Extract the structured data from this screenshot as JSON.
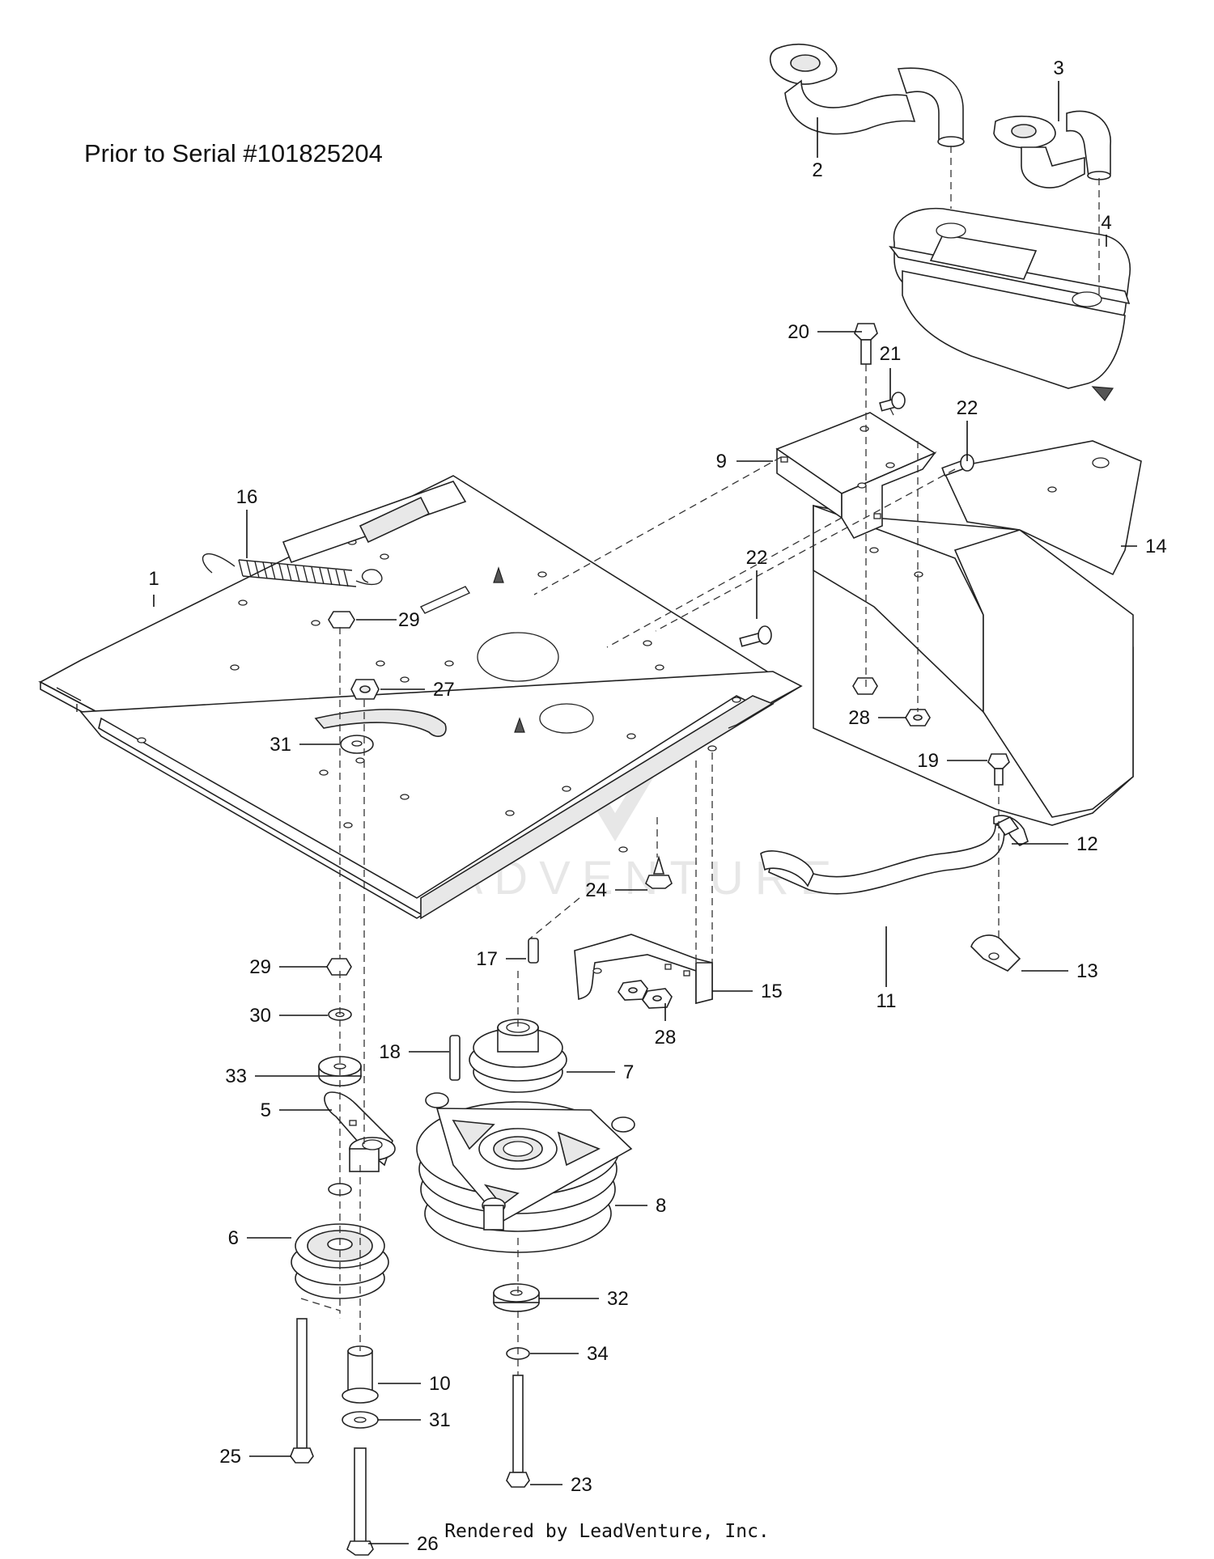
{
  "title": "Prior to Serial #101825204",
  "footer": "Rendered by LeadVenture, Inc.",
  "watermark": "LEADVENTURE",
  "callouts": [
    {
      "id": "c1",
      "label": "1"
    },
    {
      "id": "c2",
      "label": "2"
    },
    {
      "id": "c3",
      "label": "3"
    },
    {
      "id": "c4",
      "label": "4"
    },
    {
      "id": "c5",
      "label": "5"
    },
    {
      "id": "c6",
      "label": "6"
    },
    {
      "id": "c7",
      "label": "7"
    },
    {
      "id": "c8",
      "label": "8"
    },
    {
      "id": "c9",
      "label": "9"
    },
    {
      "id": "c10",
      "label": "10"
    },
    {
      "id": "c11",
      "label": "11"
    },
    {
      "id": "c12",
      "label": "12"
    },
    {
      "id": "c13",
      "label": "13"
    },
    {
      "id": "c14",
      "label": "14"
    },
    {
      "id": "c15",
      "label": "15"
    },
    {
      "id": "c16",
      "label": "16"
    },
    {
      "id": "c17",
      "label": "17"
    },
    {
      "id": "c18",
      "label": "18"
    },
    {
      "id": "c19",
      "label": "19"
    },
    {
      "id": "c20",
      "label": "20"
    },
    {
      "id": "c21",
      "label": "21"
    },
    {
      "id": "c22a",
      "label": "22"
    },
    {
      "id": "c22b",
      "label": "22"
    },
    {
      "id": "c23",
      "label": "23"
    },
    {
      "id": "c24",
      "label": "24"
    },
    {
      "id": "c25",
      "label": "25"
    },
    {
      "id": "c26",
      "label": "26"
    },
    {
      "id": "c27",
      "label": "27"
    },
    {
      "id": "c28a",
      "label": "28"
    },
    {
      "id": "c28b",
      "label": "28"
    },
    {
      "id": "c29a",
      "label": "29"
    },
    {
      "id": "c29b",
      "label": "29"
    },
    {
      "id": "c30",
      "label": "30"
    },
    {
      "id": "c31a",
      "label": "31"
    },
    {
      "id": "c31b",
      "label": "31"
    },
    {
      "id": "c32",
      "label": "32"
    },
    {
      "id": "c33",
      "label": "33"
    },
    {
      "id": "c34",
      "label": "34"
    }
  ]
}
